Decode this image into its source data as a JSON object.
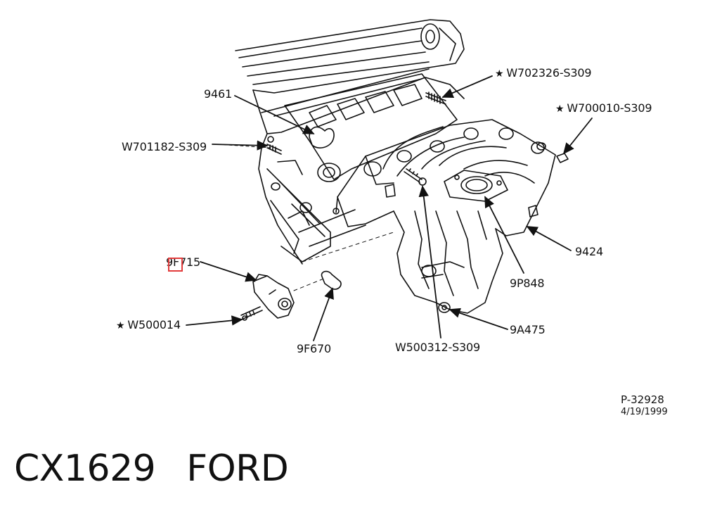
{
  "labels": {
    "p9461": "9461",
    "w702326": "W702326-S309",
    "w700010": "W700010-S309",
    "w701182": "W701182-S309",
    "p9424": "9424",
    "p9f715": "9F715",
    "p9p848": "9P848",
    "w500014": "W500014",
    "p9a475": "9A475",
    "p9f670": "9F670",
    "w500312": "W500312-S309"
  },
  "star_symbol": "★",
  "reference": {
    "code": "P-32928",
    "date": "4/19/1999"
  },
  "footer": {
    "part_number": "CX1629",
    "brand": "FORD"
  },
  "colors": {
    "line": "#111111",
    "highlight": "#e23b3b"
  },
  "icons": {
    "star": "star-icon"
  }
}
